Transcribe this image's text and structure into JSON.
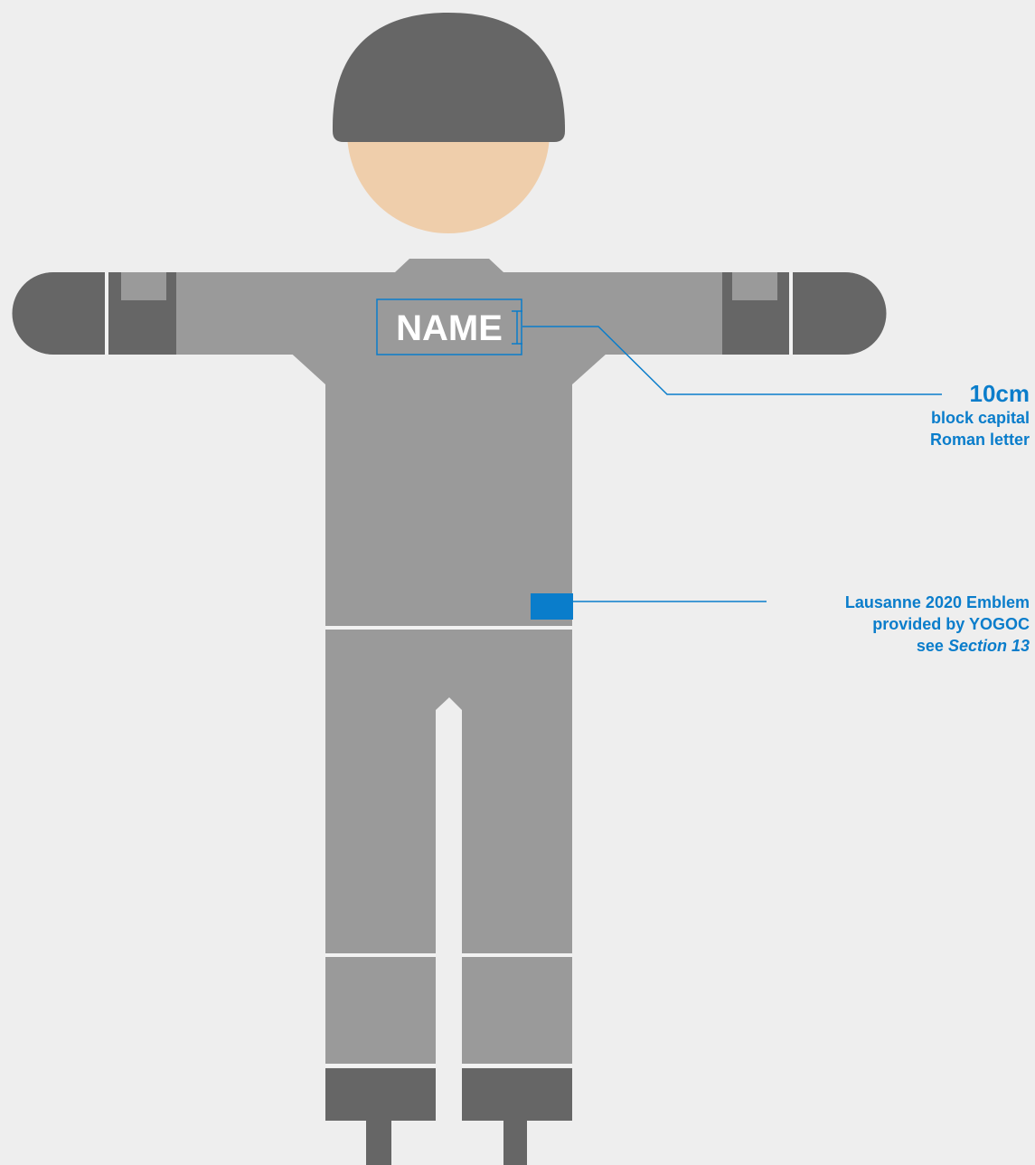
{
  "figure": {
    "name_label": "NAME"
  },
  "annotations": {
    "name_size": {
      "value": "10cm",
      "line1": "block capital",
      "line2": "Roman letter"
    },
    "emblem": {
      "line1": "Lausanne 2020 Emblem",
      "line2": "provided by YOGOC",
      "line3_prefix": "see ",
      "line3_ref": "Section 13"
    }
  },
  "colors": {
    "background": "#eeeeee",
    "suit": "#9a9a9a",
    "dark": "#666666",
    "skin": "#efceab",
    "accent_blue": "#0a7dcb",
    "seam": "#f2f2f2"
  }
}
